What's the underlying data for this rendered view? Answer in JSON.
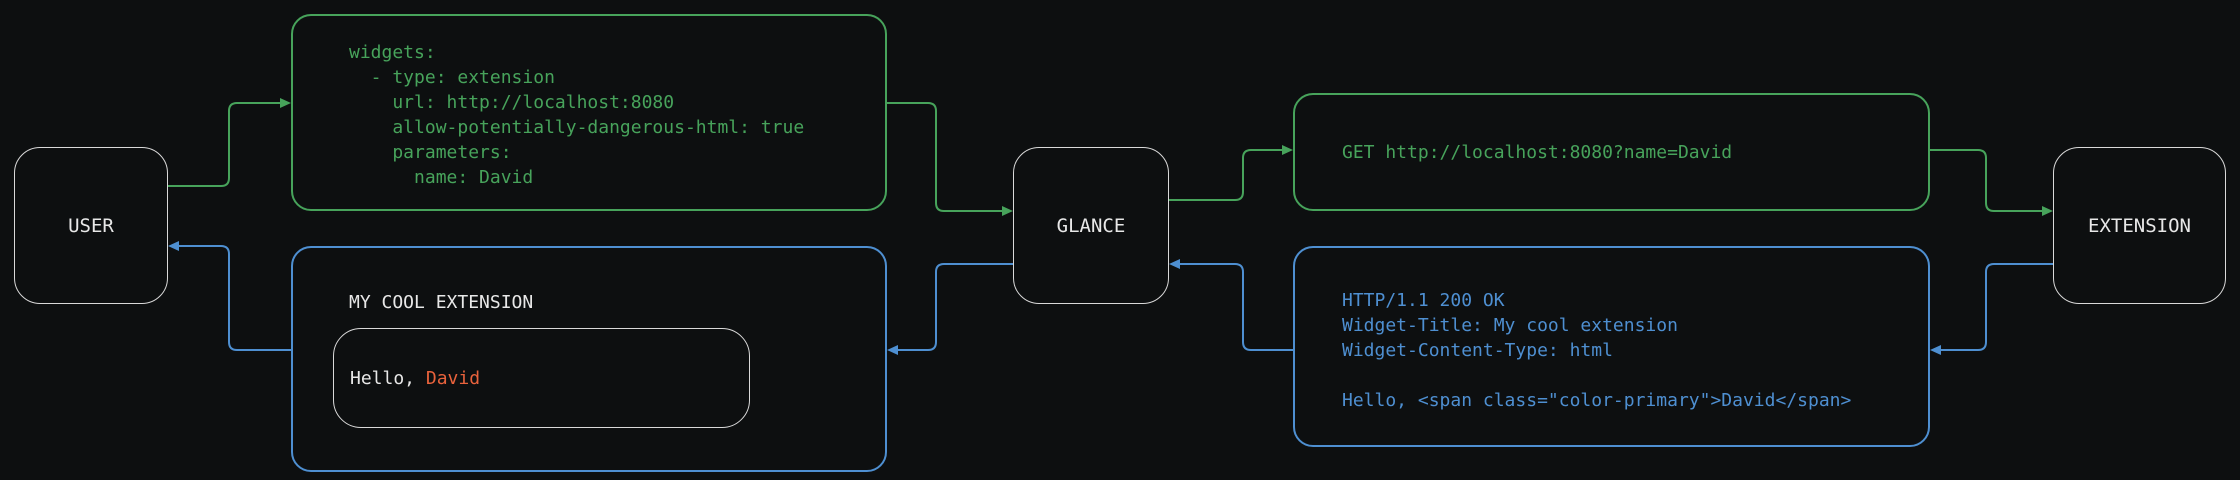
{
  "colors": {
    "background": "#0d0f10",
    "green": "#47a35b",
    "blue": "#4e8fd1",
    "orange": "#e8623c",
    "node-border": "#d9d9d9",
    "text": "#e8e8e8"
  },
  "nodes": {
    "user": "USER",
    "glance": "GLANCE",
    "extension": "EXTENSION"
  },
  "config": {
    "lines": [
      "widgets:",
      "  - type: extension",
      "    url: http://localhost:8080",
      "    allow-potentially-dangerous-html: true",
      "    parameters:",
      "      name: David"
    ]
  },
  "request": {
    "text": "GET http://localhost:8080?name=David"
  },
  "response": {
    "lines": [
      "HTTP/1.1 200 OK",
      "Widget-Title: My cool extension",
      "Widget-Content-Type: html",
      "",
      "Hello, <span class=\"color-primary\">David</span>"
    ]
  },
  "widget": {
    "title": "MY COOL EXTENSION",
    "greeting": "Hello, ",
    "name": "David"
  }
}
